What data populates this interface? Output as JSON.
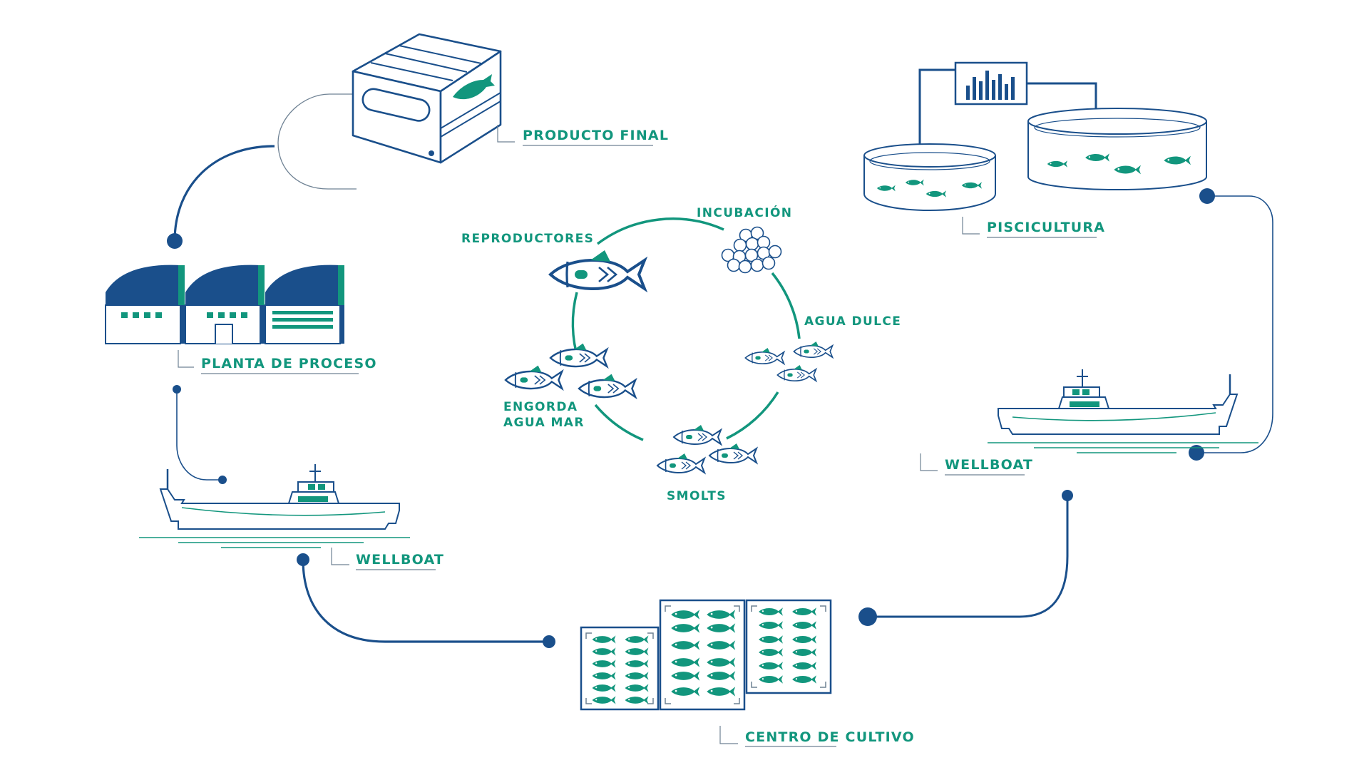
{
  "colors": {
    "navy": "#1a4f8b",
    "teal": "#12967d",
    "line_gray": "#6f8294",
    "white": "#ffffff"
  },
  "stations": {
    "producto_final": "PRODUCTO FINAL",
    "piscicultura": "PISCICULTURA",
    "planta_de_proceso": "PLANTA DE PROCESO",
    "wellboat_left": "WELLBOAT",
    "wellboat_right": "WELLBOAT",
    "centro_de_cultivo": "CENTRO DE CULTIVO"
  },
  "life_cycle": {
    "reproductores": "REPRODUCTORES",
    "incubacion": "INCUBACIÓN",
    "agua_dulce": "AGUA DULCE",
    "smolts": "SMOLTS",
    "engorda_line1": "ENGORDA",
    "engorda_line2": "AGUA MAR"
  },
  "icons": {
    "box": "product-box-icon",
    "factory": "factory-icon",
    "ship": "wellboat-ship-icon",
    "tanks": "fish-tanks-icon",
    "chart": "bar-chart-monitor-icon",
    "cages": "fish-cages-icon",
    "eggs": "eggs-icon",
    "fish": "fish-icon"
  }
}
